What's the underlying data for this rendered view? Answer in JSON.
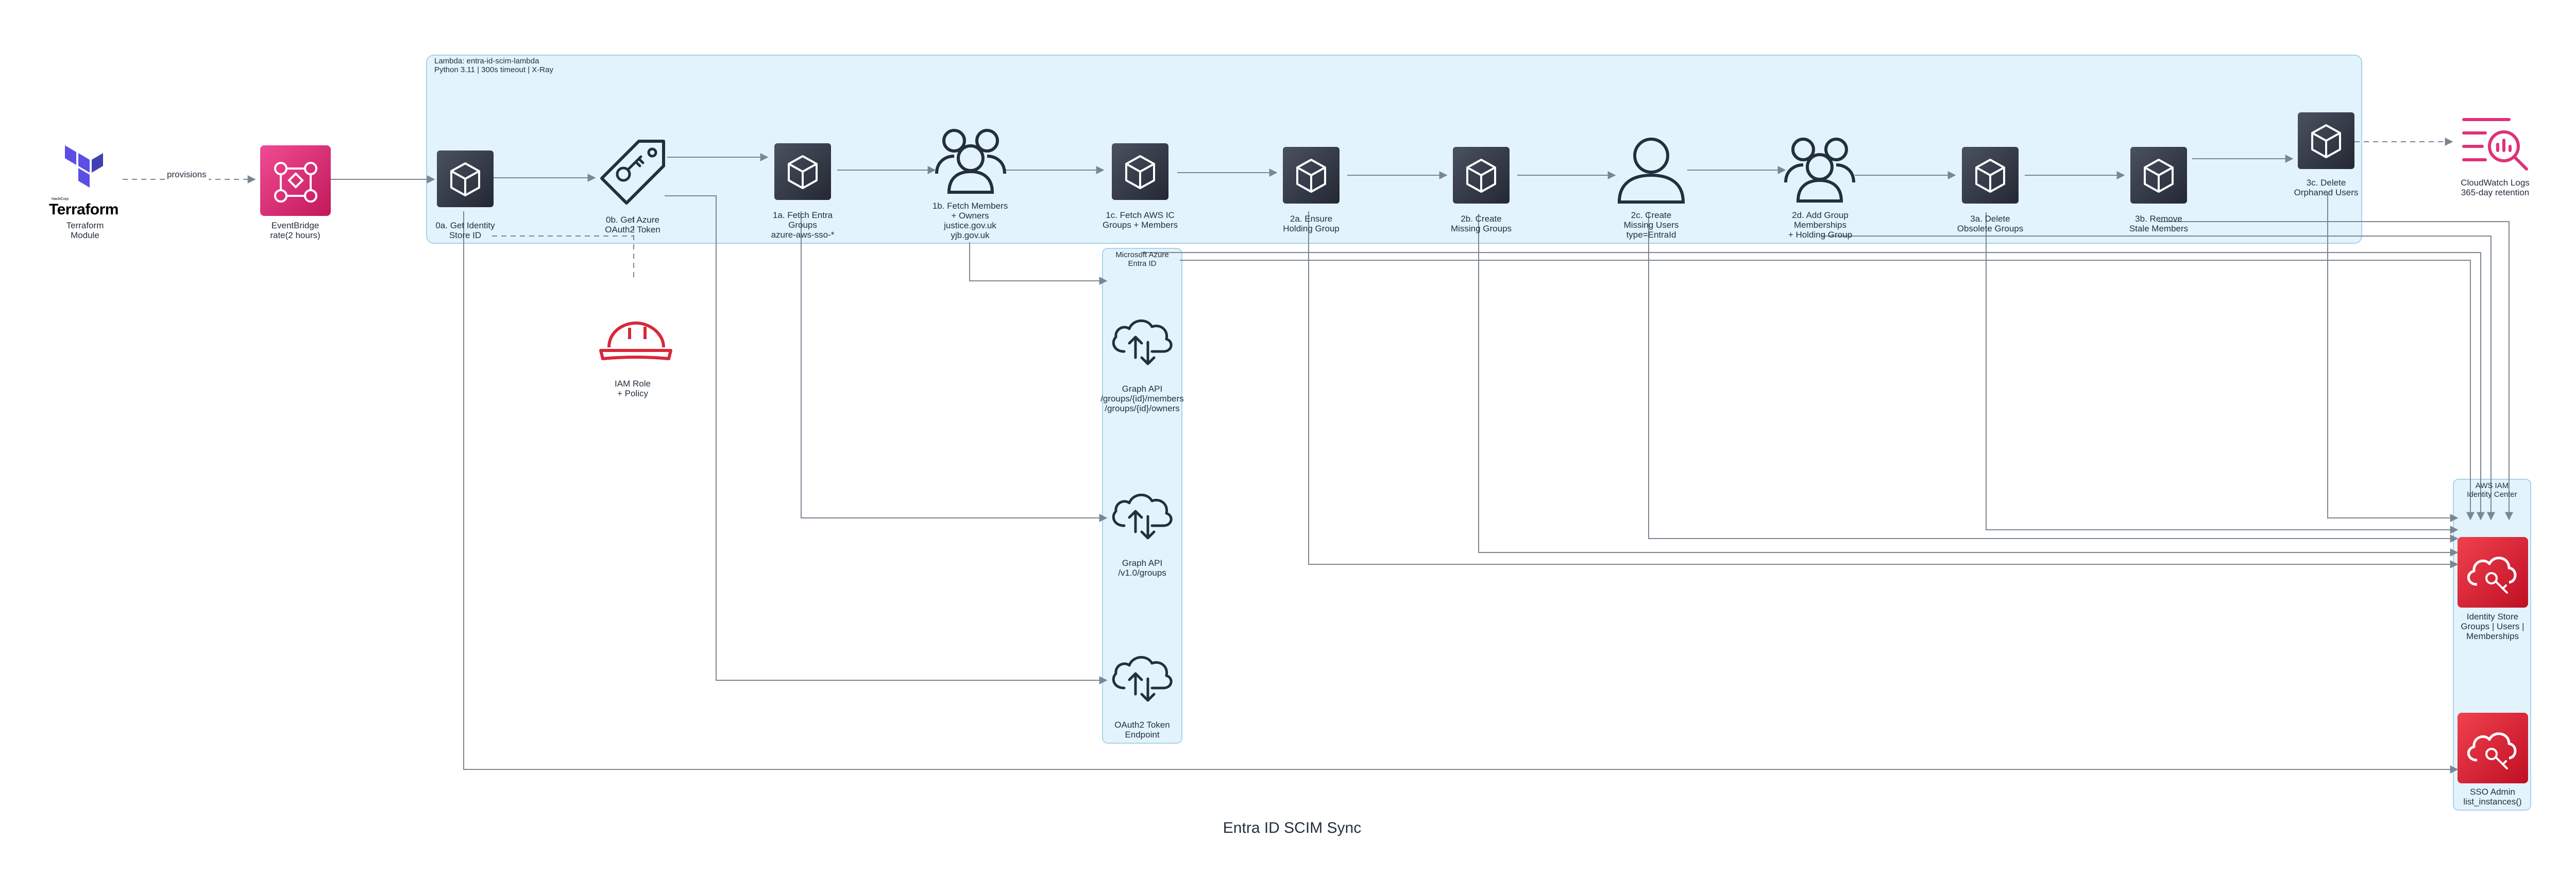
{
  "title": "Entra ID SCIM Sync",
  "clusters": {
    "lambda": {
      "name": "Lambda: entra-id-scim-lambda",
      "subtitle": "Python 3.11 | 300s timeout | X-Ray"
    },
    "azure": {
      "line1": "Microsoft Azure",
      "line2": "Entra ID"
    },
    "aws_ic": {
      "line1": "AWS IAM",
      "line2": "Identity Center"
    }
  },
  "terraform": {
    "brand": "Terraform",
    "small": "HashiCorp",
    "line1": "Terraform",
    "line2": "Module"
  },
  "edges": {
    "provisions": "provisions"
  },
  "nodes": {
    "eventbridge": {
      "line1": "EventBridge",
      "line2": "rate(2 hours)"
    },
    "n0a": {
      "line1": "0a. Get Identity",
      "line2": "Store ID"
    },
    "n0b": {
      "line1": "0b. Get Azure",
      "line2": "OAuth2 Token"
    },
    "n1a": {
      "line1": "1a. Fetch Entra",
      "line2": "Groups",
      "line3": "azure-aws-sso-*"
    },
    "n1b": {
      "line1": "1b. Fetch Members",
      "line2": "+ Owners",
      "line3": "justice.gov.uk",
      "line4": "yjb.gov.uk"
    },
    "n1c": {
      "line1": "1c. Fetch AWS IC",
      "line2": "Groups + Members"
    },
    "n2a": {
      "line1": "2a. Ensure",
      "line2": "Holding Group"
    },
    "n2b": {
      "line1": "2b. Create",
      "line2": "Missing Groups"
    },
    "n2c": {
      "line1": "2c. Create",
      "line2": "Missing Users",
      "line3": "type=EntraId"
    },
    "n2d": {
      "line1": "2d. Add Group",
      "line2": "Memberships",
      "line3": "+ Holding Group"
    },
    "n3a": {
      "line1": "3a. Delete",
      "line2": "Obsolete Groups"
    },
    "n3b": {
      "line1": "3b. Remove",
      "line2": "Stale Members"
    },
    "n3c": {
      "line1": "3c. Delete",
      "line2": "Orphaned Users"
    },
    "cloudwatch": {
      "line1": "CloudWatch Logs",
      "line2": "365-day retention"
    },
    "iam_role": {
      "line1": "IAM Role",
      "line2": "+ Policy"
    },
    "graph_members": {
      "line1": "Graph API",
      "line2": "/groups/{id}/members",
      "line3": "/groups/{id}/owners"
    },
    "graph_groups": {
      "line1": "Graph API",
      "line2": "/v1.0/groups"
    },
    "oauth_endpoint": {
      "line1": "OAuth2 Token",
      "line2": "Endpoint"
    },
    "identity_store": {
      "line1": "Identity Store",
      "line2": "Groups | Users |",
      "line3": "Memberships"
    },
    "sso_admin": {
      "line1": "SSO Admin",
      "line2": "list_instances()"
    }
  },
  "icons": {
    "lambda_steps": "compute-cube-icon",
    "users": "users-group-icon",
    "user": "user-icon",
    "token": "key-tag-icon",
    "api": "cloud-transfer-icon",
    "role": "iam-role-hat-icon",
    "logs": "cloudwatch-logs-icon",
    "identity": "identity-store-icon",
    "scheduler": "eventbridge-icon",
    "brand": "terraform-logo-icon"
  },
  "colors": {
    "cluster_fill": "#e3f3fc",
    "cluster_stroke": "#a8d3eb",
    "edge": "#7b8694",
    "node_dark": "#2e3440",
    "eventbridge": "#d9287a",
    "identity_red": "#d8283a",
    "cloudwatch_pink": "#e0307a",
    "terraform_purple": "#5c4ee5"
  }
}
